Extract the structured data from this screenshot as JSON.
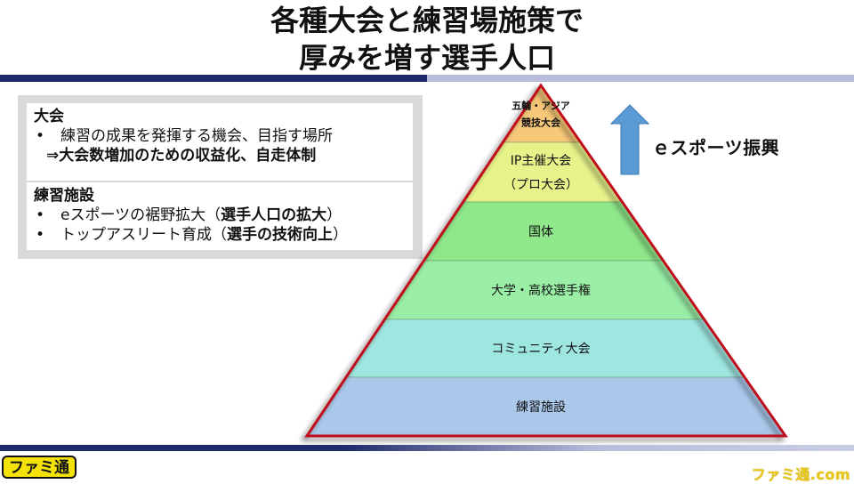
{
  "slide": {
    "title_line1": "各種大会と練習場施策で",
    "title_line2": "厚みを増す選手人口"
  },
  "infobox": {
    "panel1": {
      "heading": "大会",
      "bullet": "•",
      "line1": "練習の成果を発揮する機会、目指す場所",
      "line2": "⇒大会数増加のための収益化、自走体制"
    },
    "panel2": {
      "heading": "練習施設",
      "bullet": "•",
      "item1_text": "eスポーツの裾野拡大（",
      "item1_bold": "選手人口の拡大",
      "item1_close": "）",
      "item2_text": "トップアスリート育成（",
      "item2_bold": "選手の技術向上",
      "item2_close": "）"
    }
  },
  "pyramid": {
    "tiers": [
      {
        "label": "五輪・アジア",
        "label2": "競技大会",
        "color": "#f7c878"
      },
      {
        "label": "IP主催大会",
        "label2": "（プロ大会）",
        "color": "#e6f28a"
      },
      {
        "label": "国体",
        "label2": "",
        "color": "#8fe88a"
      },
      {
        "label": "大学・高校選手権",
        "label2": "",
        "color": "#9aeea6"
      },
      {
        "label": "コミュニティ大会",
        "label2": "",
        "color": "#9ee6e0"
      },
      {
        "label": "練習施設",
        "label2": "",
        "color": "#a9c8ea"
      }
    ],
    "outline_color": "#c0111a"
  },
  "arrow": {
    "label": "ｅスポーツ振興",
    "color": "#5b9bd5"
  },
  "footer": {
    "logo_left": "ファミ通",
    "logo_right": "ファミ通.com"
  }
}
